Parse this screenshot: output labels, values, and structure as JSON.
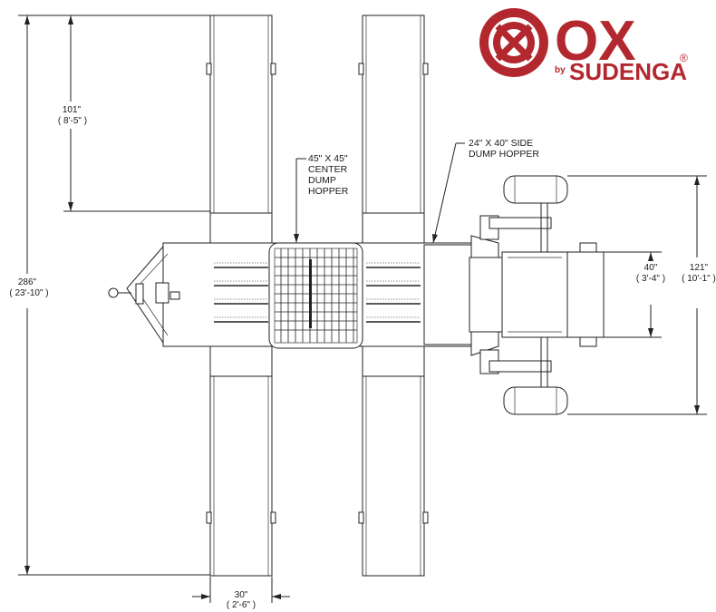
{
  "logo": {
    "brand": "OX",
    "by": "by",
    "maker": "SUDENGA",
    "registered": "®",
    "color": "#b3282e"
  },
  "dimensions": {
    "overall_length": {
      "imperial": "286\"",
      "feet": "( 23'-10\" )"
    },
    "conveyor_extension": {
      "imperial": "101\"",
      "feet": "( 8'-5\" )"
    },
    "conveyor_width": {
      "imperial": "30\"",
      "feet": "( 2'-6\" )"
    },
    "axle_width": {
      "imperial": "121\"",
      "feet": "( 10'-1\" )"
    },
    "side_hopper_width": {
      "imperial": "40\"",
      "feet": "( 3'-4\" )"
    }
  },
  "callouts": {
    "center_hopper": [
      "45\" X 45\"",
      "CENTER",
      "DUMP",
      "HOPPER"
    ],
    "side_hopper": [
      "24\" X 40\" SIDE",
      "DUMP HOPPER"
    ]
  }
}
